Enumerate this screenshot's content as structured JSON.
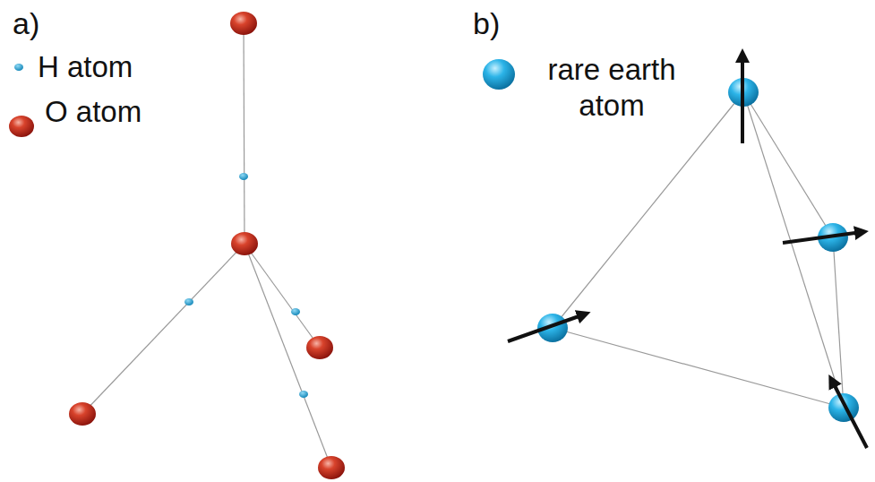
{
  "diagram": {
    "labels": [
      "a)",
      "b)"
    ],
    "legend": [
      {
        "text": "H atom"
      },
      {
        "text": "O atom"
      },
      {
        "text": "rare earth atom"
      }
    ]
  }
}
